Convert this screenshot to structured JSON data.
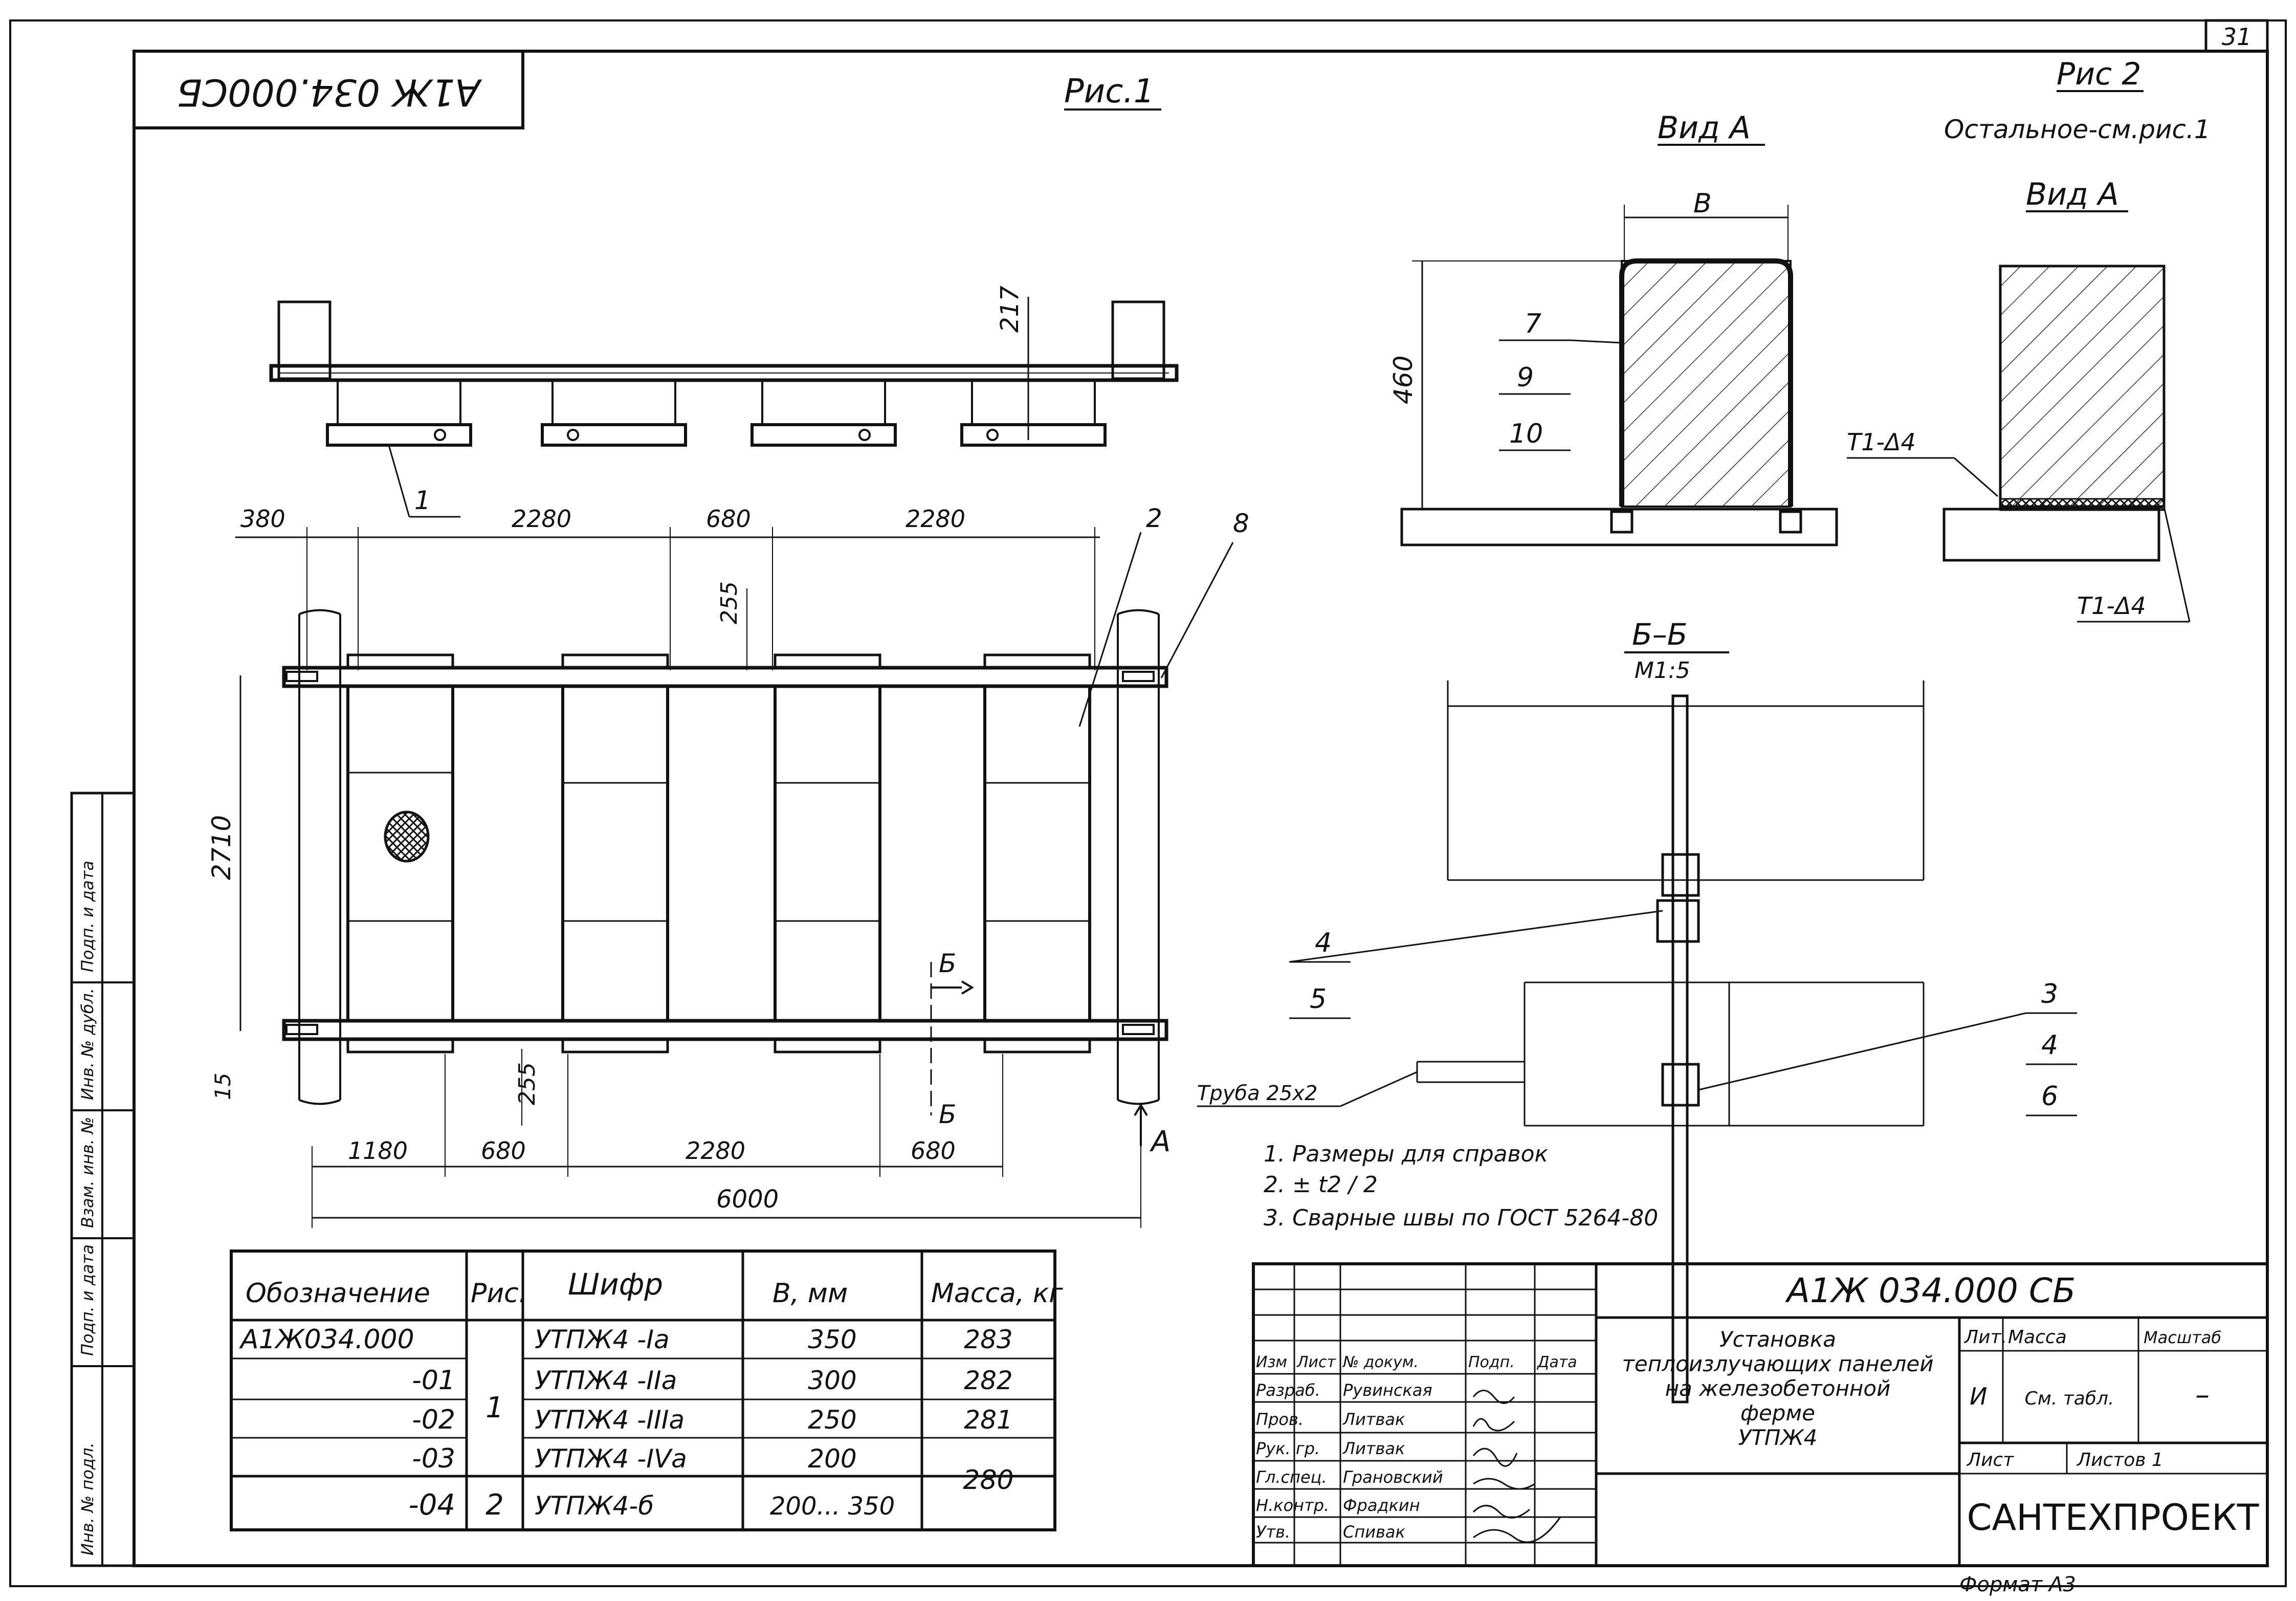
{
  "sheet_no": "31",
  "stamp_rotated": "А1Ж 034.000СБ",
  "fig1_title": "Рис.1",
  "fig2_title": "Рис 2",
  "fig2_note": "Остальное-см.рис.1",
  "view_a_title": "Вид А",
  "view_a2_title": "Вид А",
  "section_title": "Б–Б",
  "section_scale": "М1:5",
  "view_a_dims": {
    "width": "В",
    "height": "460"
  },
  "view_a_callouts": [
    "7",
    "9",
    "10"
  ],
  "fig2_welds": [
    "Т1-Δ4",
    "Т1-Δ4"
  ],
  "section_callouts_left": [
    "4",
    "5"
  ],
  "section_callouts_right": [
    "3",
    "4",
    "6"
  ],
  "pipe_label": "Труба 25х2",
  "plan_dims": {
    "top": [
      "380",
      "2280",
      "680",
      "2280"
    ],
    "bottom": [
      "1180",
      "680",
      "2280",
      "680"
    ],
    "total": "6000",
    "height": "2710",
    "edge": "15",
    "gap_top": "255",
    "gap_bottom": "255",
    "elevation": "217"
  },
  "plan_callouts": [
    "1",
    "2",
    "8"
  ],
  "section_mark": "Б",
  "view_arrow": "А",
  "notes": [
    "1. Размеры для справок",
    "2. ± t2 / 2",
    "3. Сварные швы по ГОСТ 5264-80"
  ],
  "side_stamp": [
    "Инв. № подл.",
    "Подп. и дата",
    "Взам. инв. №",
    "Инв. № дубл.",
    "Подп. и дата"
  ],
  "spec_table": {
    "headers": [
      "Обозначение",
      "Рис.",
      "Шифр",
      "В, мм",
      "Масса, кг"
    ],
    "rows": [
      {
        "designation": "А1Ж034.000",
        "code": "УТПЖ4 -Iа",
        "b": "350",
        "mass": "283"
      },
      {
        "designation": "-01",
        "code": "УТПЖ4 -IIа",
        "b": "300",
        "mass": "282"
      },
      {
        "designation": "-02",
        "code": "УТПЖ4 -IIIа",
        "b": "250",
        "mass": "281"
      },
      {
        "designation": "-03",
        "code": "УТПЖ4 -IVа",
        "b": "200",
        "mass": "280"
      },
      {
        "designation": "-04",
        "code": "УТПЖ4-б",
        "b": "200... 350",
        "mass": ""
      }
    ],
    "fig_1": "1",
    "fig_2": "2"
  },
  "title_block": {
    "code": "А1Ж 034.000 СБ",
    "title_lines": [
      "Установка",
      "теплоизлучающих панелей",
      "на железобетонной",
      "ферме",
      "УТПЖ4"
    ],
    "col_headers": [
      "Изм",
      "Лист",
      "№ докум.",
      "Подп.",
      "Дата"
    ],
    "roles": [
      {
        "role": "Разраб.",
        "name": "Рувинская"
      },
      {
        "role": "Пров.",
        "name": "Литвак"
      },
      {
        "role": "Рук. гр.",
        "name": "Литвак"
      },
      {
        "role": "Гл.спец.",
        "name": "Грановский"
      },
      {
        "role": "Н.контр.",
        "name": "Фрадкин"
      },
      {
        "role": "Утв.",
        "name": "Спивак"
      }
    ],
    "lit_header": "Лит.",
    "mass_header": "Масса",
    "scale_header": "Масштаб",
    "lit_value": "И",
    "mass_value": "См. табл.",
    "scale_value": "–",
    "sheet_label": "Лист",
    "sheets_label": "Листов 1",
    "org": "САНТЕХПРОЕКТ",
    "format": "Формат А3"
  }
}
